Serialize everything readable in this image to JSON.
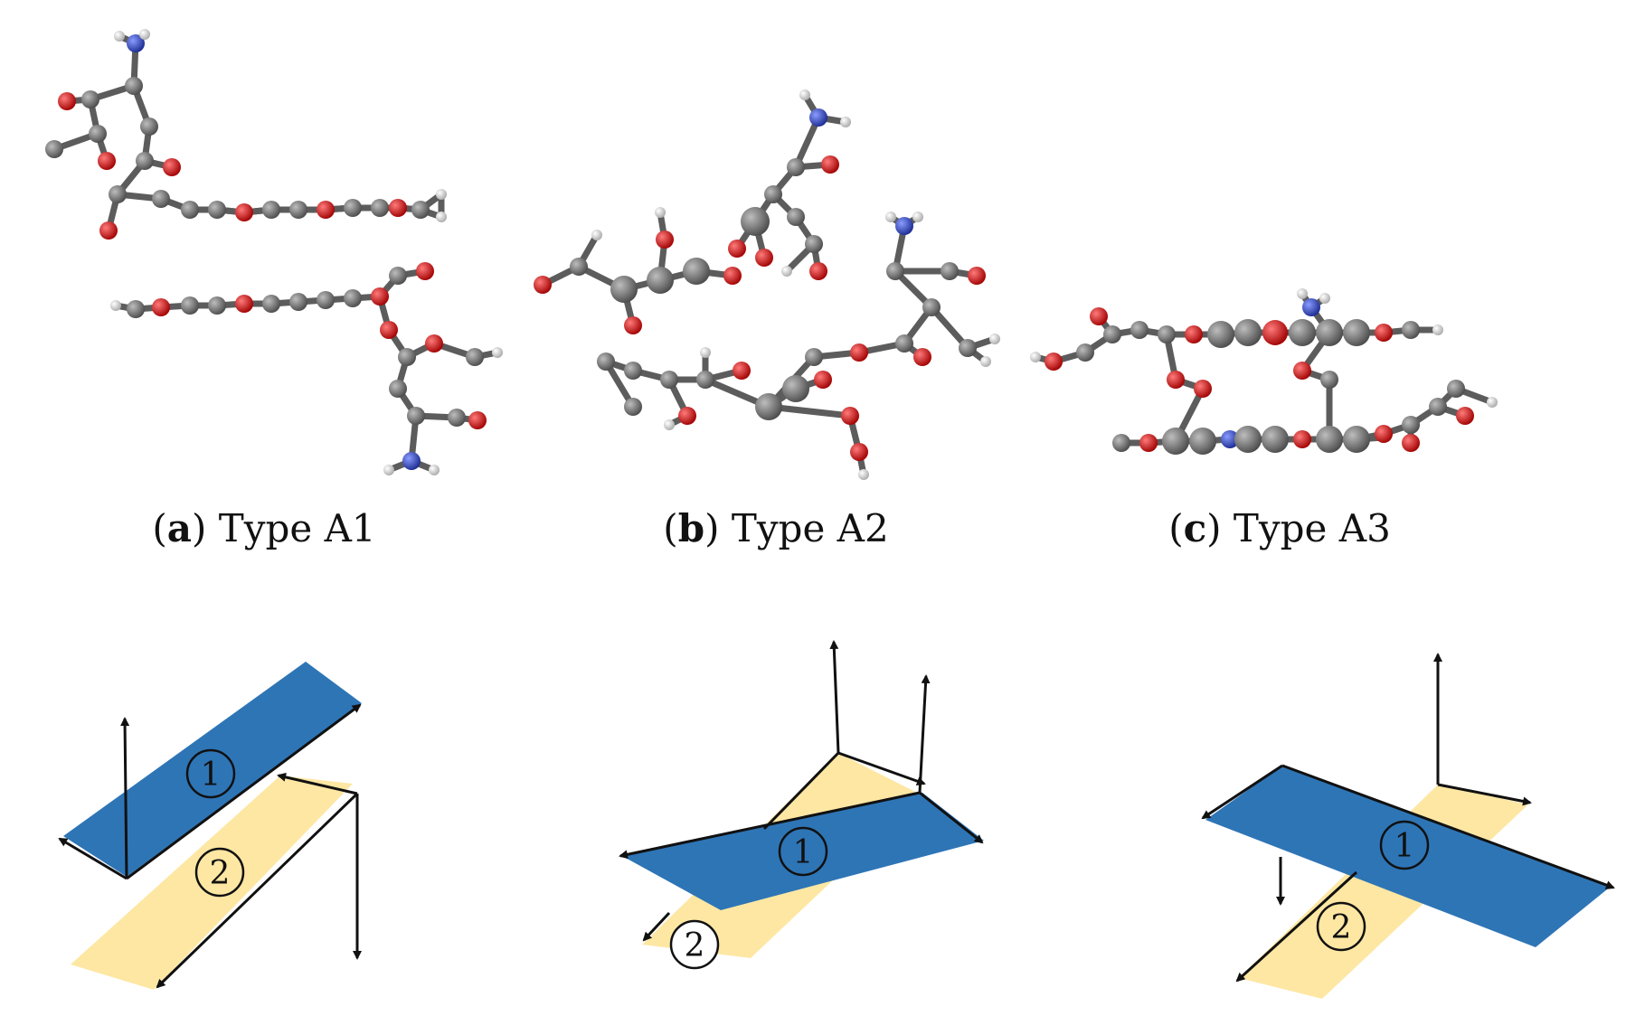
{
  "panels": [
    {
      "letter": "a",
      "title": "Type A1"
    },
    {
      "letter": "b",
      "title": "Type A2"
    },
    {
      "letter": "c",
      "title": "Type A3"
    }
  ],
  "plane_labels": {
    "one": "1",
    "two": "2"
  },
  "colors": {
    "plane_blue": "#2e75b6",
    "plane_yellow": "#fde7a3",
    "carbon": "#6b6b6b",
    "oxygen": "#d01010",
    "nitrogen": "#2a3fb8",
    "hydrogen": "#dcdcdc",
    "arrow": "#111111"
  }
}
